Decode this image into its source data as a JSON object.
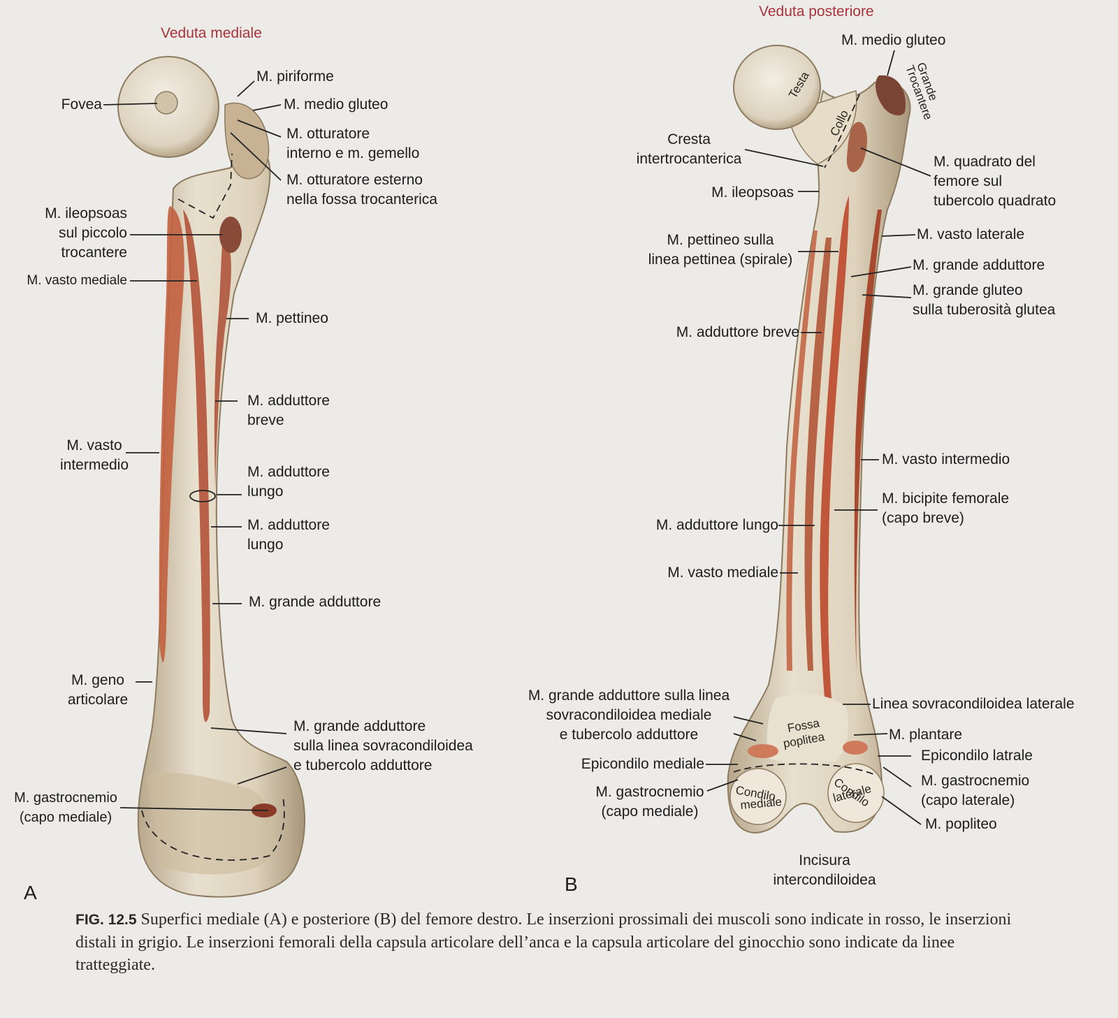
{
  "views": {
    "medial": "Veduta mediale",
    "posterior": "Veduta posteriore"
  },
  "panels": {
    "a": "A",
    "b": "B"
  },
  "labels_a": {
    "fovea": "Fovea",
    "piriforme": "M. piriforme",
    "medio_gluteo": "M. medio gluteo",
    "otturatore_interno": "M. otturatore\ninterno e m. gemello",
    "otturatore_esterno": "M. otturatore esterno\nnella fossa trocanterica",
    "ileopsoas": "M. ileopsoas\nsul piccolo\ntrocantere",
    "vasto_mediale": "M. vasto mediale",
    "pettineo": "M. pettineo",
    "adduttore_breve": "M. adduttore\nbreve",
    "vasto_intermedio": "M. vasto\nintermedio",
    "adduttore_lungo_1": "M. adduttore\nlungo",
    "adduttore_lungo_2": "M. adduttore\nlungo",
    "grande_adduttore": "M. grande adduttore",
    "geno_articolare": "M. geno\narticolare",
    "grande_adduttore_linea": "M. grande adduttore\nsulla linea sovracondiloidea\ne tubercolo adduttore",
    "gastrocnemio_mediale": "M. gastrocnemio\n(capo mediale)"
  },
  "labels_b": {
    "medio_gluteo": "M. medio gluteo",
    "cresta": "Cresta\nintertrocanterica",
    "ileopsoas": "M. ileopsoas",
    "quadrato": "M. quadrato del\nfemore sul\ntubercolo quadrato",
    "vasto_laterale": "M. vasto laterale",
    "pettineo_linea": "M. pettineo sulla\nlinea pettinea (spirale)",
    "grande_adduttore": "M. grande adduttore",
    "grande_gluteo": "M. grande gluteo\nsulla tuberosità glutea",
    "adduttore_breve": "M. adduttore breve",
    "vasto_intermedio": "M. vasto intermedio",
    "bicipite": "M. bicipite femorale\n(capo breve)",
    "adduttore_lungo": "M. adduttore lungo",
    "vasto_mediale": "M. vasto mediale",
    "grande_adduttore_linea": "M. grande adduttore sulla linea\nsovracondiloidea mediale\ne tubercolo adduttore",
    "linea_laterale": "Linea sovracondiloidea laterale",
    "plantare": "M. plantare",
    "epicondilo_mediale": "Epicondilo mediale",
    "epicondilo_laterale": "Epicondilo latrale",
    "gastrocnemio_mediale": "M. gastrocnemio\n(capo mediale)",
    "gastrocnemio_laterale": "M. gastrocnemio\n(capo laterale)",
    "popliteo": "M. popliteo",
    "incisura": "Incisura\nintercondiloidea"
  },
  "bone_text": {
    "testa": "Testa",
    "collo": "Collo",
    "grande": "Grande",
    "trocantere": "Trocantere",
    "fossa": "Fossa",
    "poplitea": "poplitea",
    "condilo1": "Condilo",
    "mediale": "mediale",
    "condilo2": "Condilo",
    "laterale": "laterale"
  },
  "caption": {
    "fig": "FIG. 12.5",
    "text": "Superfici mediale (A) e posteriore (B) del femore destro. Le inserzioni prossimali dei muscoli sono indicate in rosso, le inserzioni distali in grigio. Le inserzioni femorali della capsula articolare dell’anca e la capsula articolare del ginocchio sono indicate da linee tratteggiate."
  },
  "colors": {
    "bone": "#e2d9c6",
    "bone_shadow": "#b8a88c",
    "muscle": "#b8583a",
    "muscle_light": "#cf8466",
    "title_red": "#a8333a"
  }
}
